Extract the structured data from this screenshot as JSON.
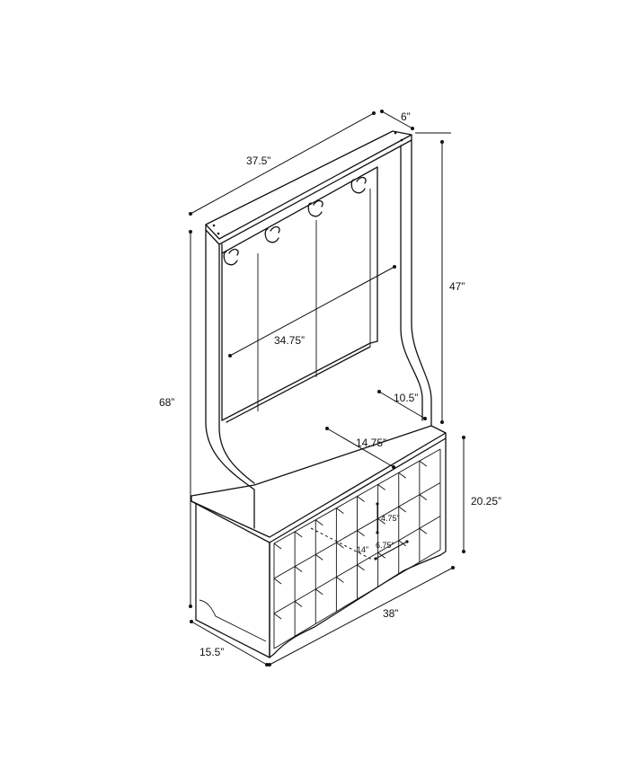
{
  "dimensions": {
    "top_width": "37.5”",
    "top_depth": "6”",
    "upper_height": "47”",
    "total_height": "68”",
    "panel_width": "34.75”",
    "side_depth": "10.5”",
    "seat_depth": "14.75”",
    "bench_height": "20.25”",
    "cubby_height": "4.75”",
    "cubby_depth": "14”",
    "cubby_width": "6.75”",
    "bench_width": "38”",
    "bench_depth": "15.5”"
  }
}
